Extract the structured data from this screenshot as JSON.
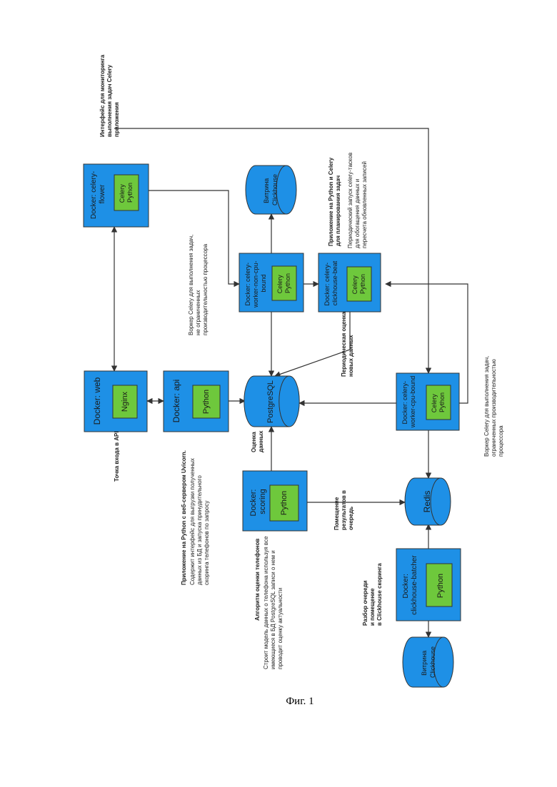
{
  "caption": "Фиг. 1",
  "colors": {
    "box": "#1e90e6",
    "inner": "#6ec83c",
    "line": "#333333",
    "text": "#1a1a1a"
  },
  "nodes": {
    "web": {
      "title": "Docker: web",
      "inner": [
        "Nginx"
      ]
    },
    "api": {
      "title": "Docker: api",
      "inner": [
        "Python"
      ]
    },
    "scoring": {
      "title": [
        "Docker:",
        "scoring"
      ],
      "inner": [
        "Python"
      ]
    },
    "flower": {
      "title": [
        "Docker: celery-",
        "flower"
      ],
      "inner": [
        "Celery",
        "Python"
      ]
    },
    "worker_noncpu": {
      "title": [
        "Docker: celery-",
        "worker-non-cpu-",
        "bound"
      ],
      "inner": [
        "Celery",
        "Python"
      ]
    },
    "beat": {
      "title": [
        "Docker: celery-",
        "clickhouse-beat"
      ],
      "inner": [
        "Celery",
        "Python"
      ]
    },
    "worker_cpu": {
      "title": [
        "Docker: celery-",
        "worker-cpu-bound"
      ],
      "inner": [
        "Celery",
        "Python"
      ]
    },
    "batcher": {
      "title": [
        "Docker:",
        "clickhouse-batcher"
      ],
      "inner": [
        "Python"
      ]
    },
    "postgres": {
      "label": "PostgreSQL"
    },
    "redis": {
      "label": "Redis"
    },
    "clickhouse_top": {
      "label": [
        "Витрина",
        "Clickhouse"
      ]
    },
    "clickhouse_bottom": {
      "label": [
        "Витрина",
        "Clickhouse"
      ]
    }
  },
  "annotations": {
    "monitor": [
      "Интерфейс для мониторинга",
      "выполнения задач Celery",
      "приложения"
    ],
    "worker_noncpu": [
      "Воркер Celery для выполнения задач,",
      "не ограниченных",
      "производительностью процессора"
    ],
    "beat_title": [
      "Приложение на Python и Celery",
      "для планирования задач"
    ],
    "beat_desc": [
      "Периодический запуск celery-тасков",
      "для обогащения данных и",
      "пересчета обновленных записей"
    ],
    "periodic": [
      "Периодическая оценка",
      "новых данных"
    ],
    "worker_cpu": [
      "Воркер Celery для выполнения задач,",
      "ограниченных производительностью",
      "процессора"
    ],
    "entry": [
      "Точка входа в API"
    ],
    "api_title": [
      "Приложение на Python с веб-сервером Uvicorn."
    ],
    "api_desc": [
      "Содержит интерфейс для выгрузки полученных",
      "данных из БД и запуска принудительного",
      "скоринга телефонов по запросу"
    ],
    "scoring_eval": [
      "Оценка",
      "данных"
    ],
    "queue_put": [
      "Помещение",
      "результатов в",
      "очередь"
    ],
    "algo_title": [
      "Алгоритм оценки телефонов"
    ],
    "algo_desc": [
      "Строит модель данных о телефона используя все",
      "имеющиеся в БД PostgreSQL записи о нем и",
      "проводит оценку актуальности"
    ],
    "batcher_desc": [
      "Разбор очереди",
      "и помещение",
      "в Clickhouse скоринга"
    ]
  }
}
